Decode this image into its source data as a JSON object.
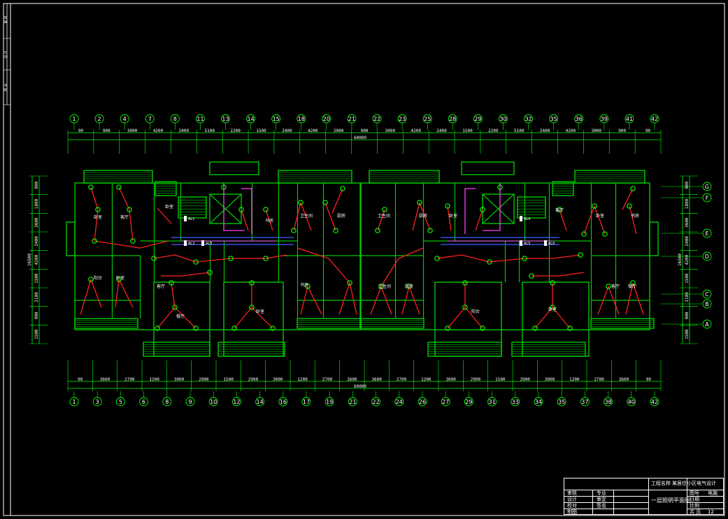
{
  "colors": {
    "background": "#000000",
    "walls": "#00c800",
    "wiring": "#ff2020",
    "fixture": "#00ff00",
    "conduit_blue": "#4060ff",
    "conduit_magenta": "#ff40ff",
    "dimension": "#00ff00",
    "text": "#ffffff"
  },
  "axes_top": [
    "1",
    "2",
    "4",
    "7",
    "8",
    "11",
    "13",
    "14",
    "15",
    "18",
    "20",
    "21",
    "22",
    "23",
    "25",
    "28",
    "29",
    "30",
    "32",
    "35",
    "36",
    "39",
    "41",
    "42"
  ],
  "axes_bottom": [
    "1",
    "3",
    "5",
    "6",
    "8",
    "9",
    "10",
    "12",
    "14",
    "16",
    "17",
    "19",
    "21",
    "22",
    "24",
    "26",
    "27",
    "29",
    "31",
    "33",
    "34",
    "35",
    "37",
    "38",
    "40",
    "42"
  ],
  "axes_right": [
    "G",
    "F",
    "E",
    "D",
    "C",
    "B",
    "A"
  ],
  "dims_top": [
    "90",
    "900",
    "3000",
    "4200",
    "2400",
    "5100",
    "2200",
    "1500",
    "2400",
    "4200",
    "2000",
    "900",
    "3000",
    "4200",
    "2400",
    "1500",
    "2200",
    "5100",
    "2400",
    "4200",
    "3000",
    "900",
    "90"
  ],
  "dims_bottom": [
    "90",
    "3600",
    "2700",
    "1200",
    "3000",
    "2900",
    "1500",
    "2900",
    "3000",
    "1200",
    "2700",
    "3600",
    "3600",
    "2700",
    "1200",
    "3000",
    "2900",
    "1500",
    "2900",
    "3000",
    "1200",
    "2700",
    "3600",
    "90"
  ],
  "total_top": "60000",
  "total_bottom": "60000",
  "dims_left": [
    "900",
    "1800",
    "3600",
    "2400",
    "4200",
    "1500",
    "2100",
    "900",
    "1500"
  ],
  "dims_right": [
    "900",
    "1800",
    "3600",
    "2400",
    "4200",
    "1500",
    "2100",
    "900",
    "1500"
  ],
  "total_left": "16500",
  "total_right": "16500",
  "room_labels": [
    "卧室",
    "客厅",
    "卧室",
    "书房",
    "卫生间",
    "厨房",
    "阳台",
    "卧室",
    "客厅",
    "餐厅",
    "卧室",
    "书房",
    "卫生间",
    "厨房",
    "卧室",
    "客厅",
    "卧室",
    "书房",
    "卫生间",
    "厨房",
    "阳台",
    "卧室",
    "客厅",
    "餐厅"
  ],
  "left_margin_labels": [
    "审 核",
    "设 计",
    "校 对"
  ],
  "panel_tags": [
    "AL1",
    "AL2",
    "AL3",
    "AL4",
    "AL5",
    "AL6"
  ],
  "title_block": {
    "project_label": "工程名称",
    "project_value": "某居住小区电气设计",
    "drawing_title": "一层照明平面图",
    "row_labels": [
      "审核",
      "设计",
      "校对",
      "制图"
    ],
    "col_labels": [
      "专业",
      "审定",
      "签名"
    ],
    "sheet_label": "图号",
    "sheet_value": "电施",
    "date_label": "日期",
    "scale_label": "比例",
    "page_label": "共 页",
    "page_value": "12"
  }
}
